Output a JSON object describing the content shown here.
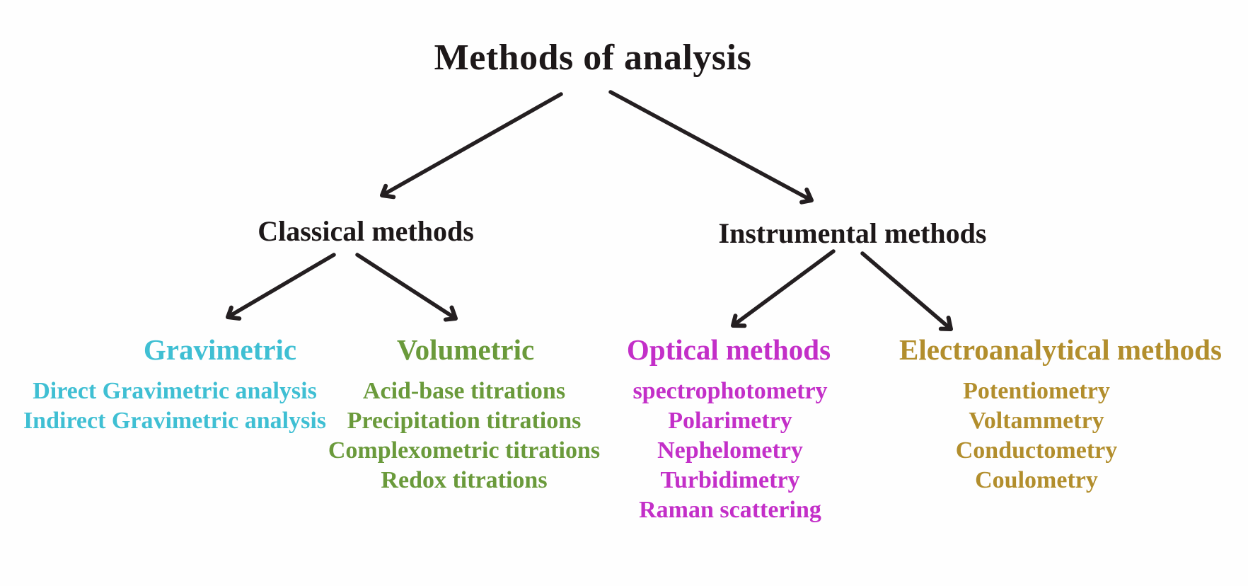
{
  "diagram": {
    "root": "Methods of analysis",
    "level2": {
      "classical": "Classical methods",
      "instrumental": "Instrumental methods"
    },
    "groups": {
      "gravimetric": {
        "label": "Gravimetric",
        "color": "#3fbfd3",
        "items": [
          "Direct Gravimetric analysis",
          "Indirect Gravimetric analysis"
        ]
      },
      "volumetric": {
        "label": "Volumetric",
        "color": "#6a9a3b",
        "items": [
          "Acid-base titrations",
          "Precipitation titrations",
          "Complexometric titrations",
          "Redox titrations"
        ]
      },
      "optical": {
        "label": "Optical methods",
        "color": "#c32fc8",
        "items": [
          "spectrophotometry",
          "Polarimetry",
          "Nephelometry",
          "Turbidimetry",
          "Raman scattering"
        ]
      },
      "electroanalytical": {
        "label": "Electroanalytical methods",
        "color": "#b28e2d",
        "items": [
          "Potentiometry",
          "Voltammetry",
          "Conductometry",
          "Coulometry"
        ]
      }
    },
    "colors": {
      "text": "#1d1819",
      "arrow": "#241f21"
    }
  }
}
